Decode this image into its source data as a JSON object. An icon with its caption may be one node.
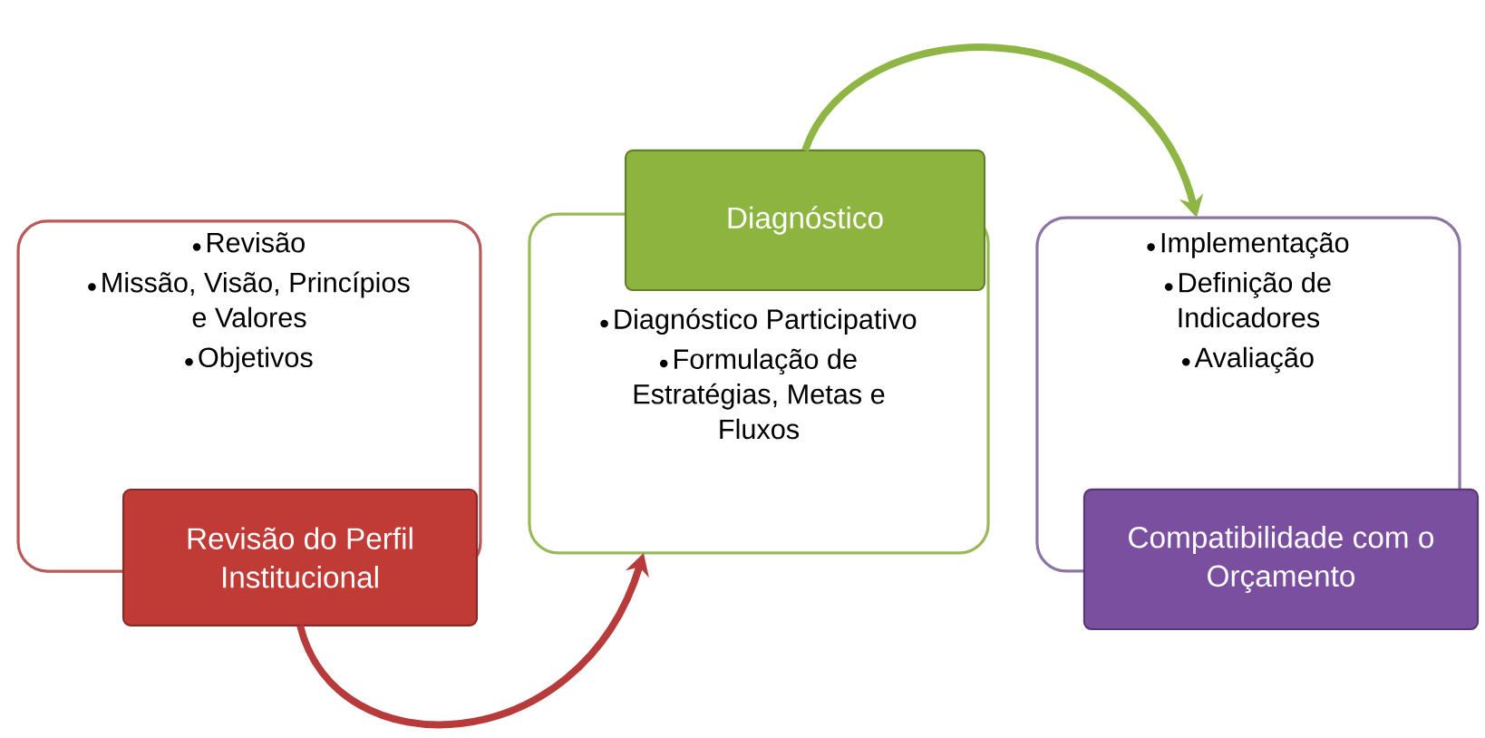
{
  "diagram": {
    "nodes": [
      {
        "text": [
          "Revisão",
          "Missão, Visão, Princípios e Valores",
          "Objetivos"
        ]
      },
      {
        "text": [
          "Revisão do Perfil Institucional"
        ]
      },
      {
        "text": [
          "Diagnóstico"
        ]
      },
      {
        "text": [
          "Diagnóstico Participativo",
          "Formulação de Estratégias, Metas e Fluxos"
        ]
      },
      {
        "text": [
          "Implementação",
          "Definição de Indicadores",
          "Avaliação"
        ]
      },
      {
        "text": [
          "Compatibilidade com o Orçamento"
        ]
      }
    ],
    "edges": [
      {
        "from": 1,
        "to": 3,
        "arrow": "to",
        "color": "#b83b3b"
      },
      {
        "from": 2,
        "to": 4,
        "arrow": "to",
        "color": "#8fb544"
      }
    ]
  }
}
